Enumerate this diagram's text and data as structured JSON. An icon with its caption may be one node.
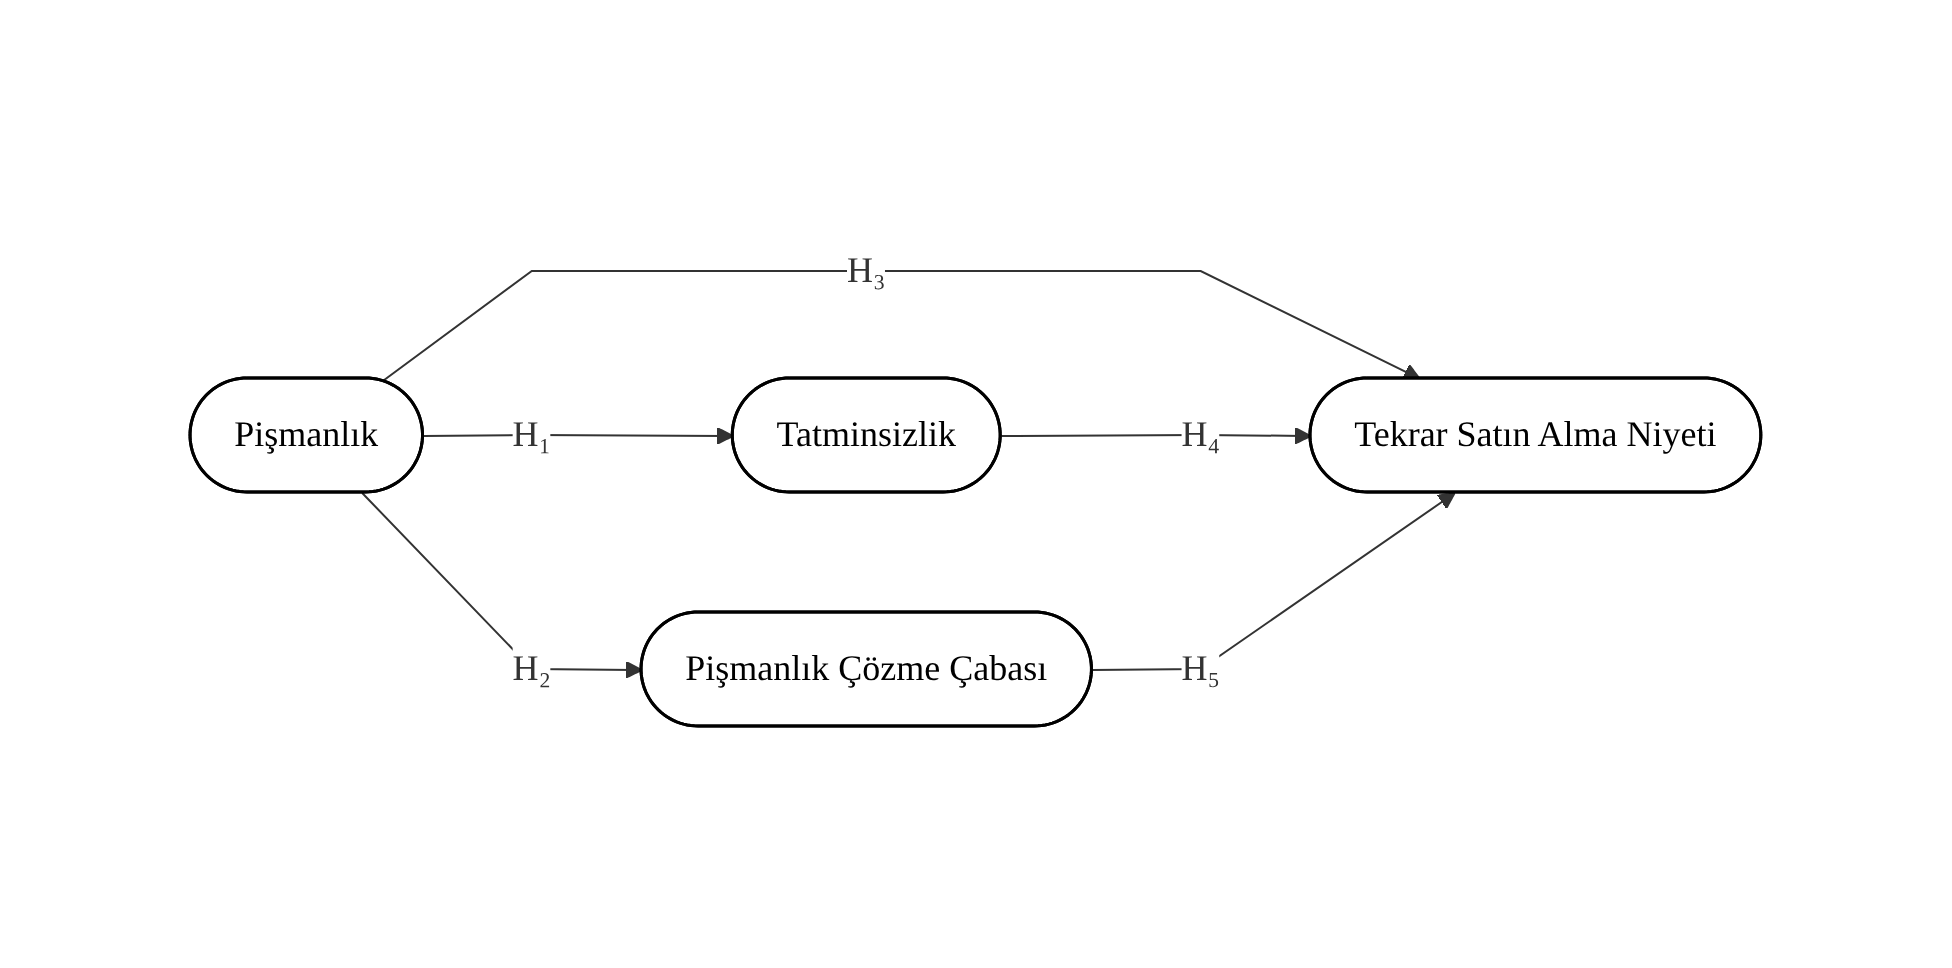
{
  "diagram": {
    "nodes": [
      {
        "text": [
          "Pişmanlık"
        ]
      },
      {
        "text": [
          "Tatminsizlik"
        ]
      },
      {
        "text": [
          "Pişmanlık Çözme Çabası"
        ]
      },
      {
        "text": [
          "Tekrar Satın Alma Niyeti"
        ]
      }
    ],
    "edges": [
      {
        "from": 0,
        "to": 1,
        "arrow": "to",
        "label": "H₁"
      },
      {
        "from": 0,
        "to": 3,
        "arrow": "to",
        "label": "H₃"
      },
      {
        "from": 0,
        "to": 2,
        "arrow": "to",
        "label": "H₂"
      },
      {
        "from": 1,
        "to": 3,
        "arrow": "to",
        "label": "H₄"
      },
      {
        "from": 2,
        "to": 3,
        "arrow": "to",
        "label": "H₅"
      }
    ]
  }
}
